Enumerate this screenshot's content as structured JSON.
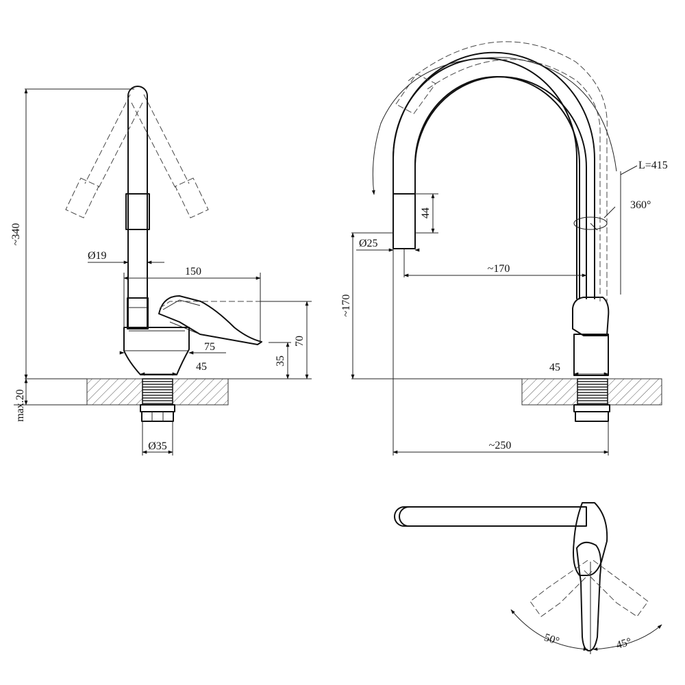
{
  "dimensions": {
    "total_height": "~340",
    "spout_diameter": "Ø19",
    "lever_reach": "150",
    "lever_offset": "75",
    "body_width": "45",
    "lever_height": "70",
    "body_height": "35",
    "max_thickness": "max.20",
    "base_diameter": "Ø35",
    "spout_arc_length": "L=415",
    "rotation": "360°",
    "spout_outlet": "44",
    "outlet_diameter": "Ø25",
    "spout_height": "~170",
    "spout_reach": "~170",
    "body_width_side": "45",
    "total_width": "~250",
    "lever_angle_left": "50°",
    "lever_angle_right": "45°"
  }
}
